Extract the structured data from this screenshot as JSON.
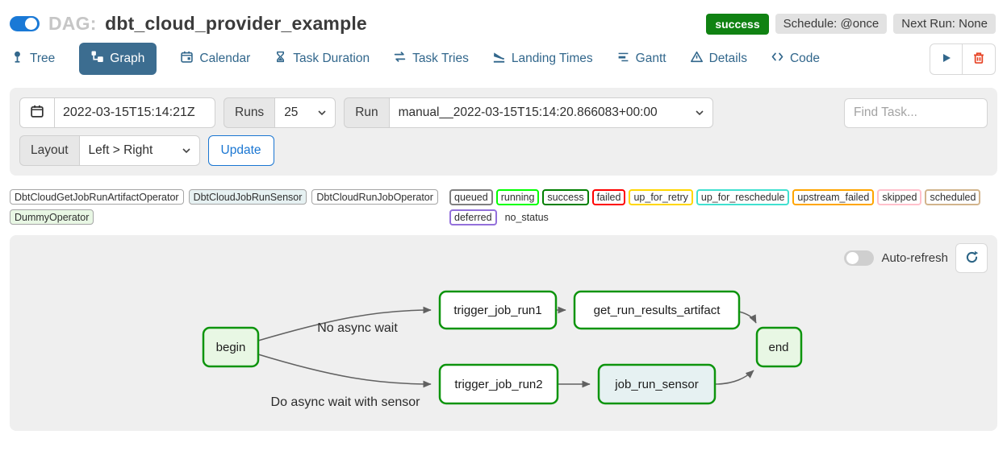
{
  "header": {
    "dag_prefix": "DAG:",
    "dag_id": "dbt_cloud_provider_example",
    "status_badge": "success",
    "schedule_badge": "Schedule: @once",
    "next_run_badge": "Next Run: None"
  },
  "tabs": [
    {
      "label": "Tree"
    },
    {
      "label": "Graph",
      "active": true
    },
    {
      "label": "Calendar"
    },
    {
      "label": "Task Duration"
    },
    {
      "label": "Task Tries"
    },
    {
      "label": "Landing Times"
    },
    {
      "label": "Gantt"
    },
    {
      "label": "Details"
    },
    {
      "label": "Code"
    }
  ],
  "filters": {
    "base_date": "2022-03-15T15:14:21Z",
    "runs_label": "Runs",
    "runs_value": "25",
    "run_label": "Run",
    "run_value": "manual__2022-03-15T15:14:20.866083+00:00",
    "find_task_placeholder": "Find Task...",
    "layout_label": "Layout",
    "layout_value": "Left > Right",
    "update_label": "Update"
  },
  "legend": {
    "operators": [
      {
        "label": "DbtCloudGetJobRunArtifactOperator",
        "fill": "#ffffff"
      },
      {
        "label": "DbtCloudJobRunSensor",
        "fill": "#e6f1f2"
      },
      {
        "label": "DbtCloudRunJobOperator",
        "fill": "#ffffff"
      },
      {
        "label": "DummyOperator",
        "fill": "#e8f7e4"
      }
    ],
    "states": [
      {
        "label": "queued",
        "border": "#808080"
      },
      {
        "label": "running",
        "border": "#00ff00"
      },
      {
        "label": "success",
        "border": "#008000"
      },
      {
        "label": "failed",
        "border": "#ff0000"
      },
      {
        "label": "up_for_retry",
        "border": "#ffd700"
      },
      {
        "label": "up_for_reschedule",
        "border": "#40e0d0"
      },
      {
        "label": "upstream_failed",
        "border": "#ffa500"
      },
      {
        "label": "skipped",
        "border": "#ffc0cb"
      },
      {
        "label": "scheduled",
        "border": "#d2b48c"
      },
      {
        "label": "deferred",
        "border": "#9370db"
      },
      {
        "label": "no_status",
        "border": "transparent"
      }
    ]
  },
  "graph": {
    "auto_refresh_label": "Auto-refresh",
    "node_border_color": "#0d940d",
    "nodes": [
      {
        "label": "begin",
        "fill": "#e8f7e4"
      },
      {
        "label": "trigger_job_run1",
        "fill": "#ffffff"
      },
      {
        "label": "get_run_results_artifact",
        "fill": "#ffffff"
      },
      {
        "label": "end",
        "fill": "#e8f7e4"
      },
      {
        "label": "trigger_job_run2",
        "fill": "#ffffff"
      },
      {
        "label": "job_run_sensor",
        "fill": "#e6f1f2"
      }
    ],
    "edge_labels": [
      {
        "text": "No async wait"
      },
      {
        "text": "Do async wait with sensor"
      }
    ]
  },
  "colors": {
    "toggle_blue": "#1a79d6",
    "active_tab": "#3c6d90",
    "tab_blue": "#32678c",
    "success_green": "#108212",
    "link_blue": "#1a76d2",
    "trash_red": "#e64325"
  }
}
